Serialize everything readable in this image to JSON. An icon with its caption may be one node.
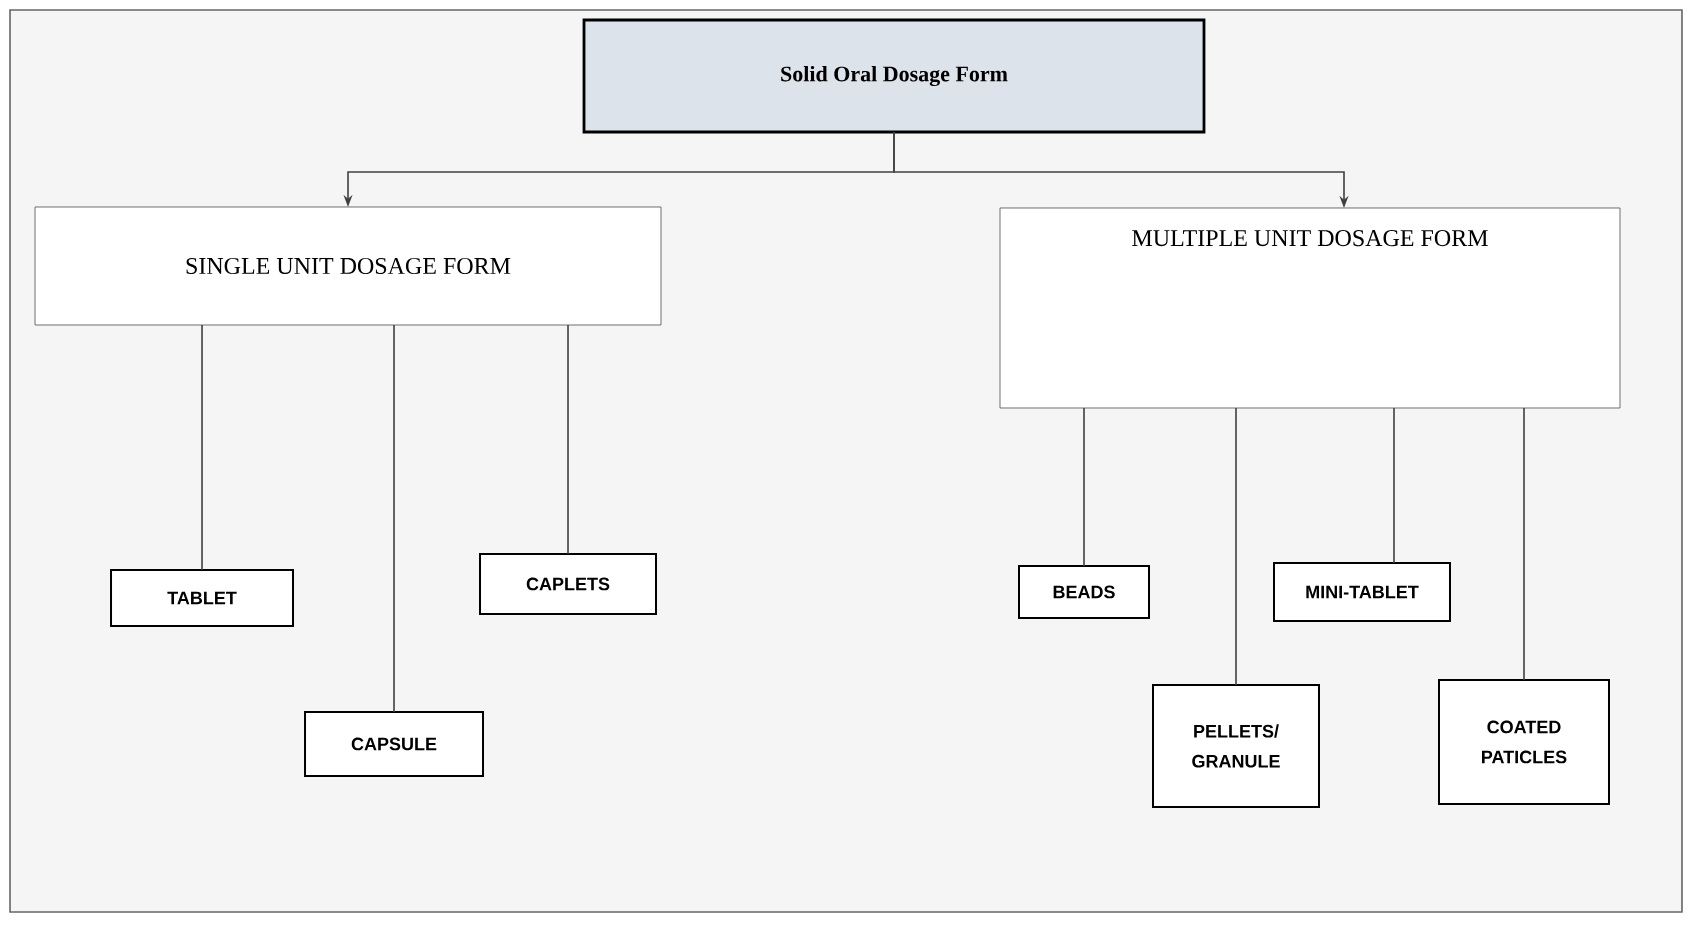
{
  "diagram": {
    "nodes": [
      {
        "text": [
          "Solid Oral Dosage Form"
        ]
      },
      {
        "text": [
          "SINGLE UNIT DOSAGE FORM"
        ]
      },
      {
        "text": [
          "MULTIPLE UNIT DOSAGE FORM"
        ]
      },
      {
        "text": [
          "TABLET"
        ]
      },
      {
        "text": [
          "CAPSULE"
        ]
      },
      {
        "text": [
          "CAPLETS"
        ]
      },
      {
        "text": [
          "BEADS"
        ]
      },
      {
        "text": [
          "MINI-TABLET"
        ]
      },
      {
        "text": [
          "PELLETS/ GRANULE"
        ]
      },
      {
        "text": [
          "COATED PATICLES"
        ]
      }
    ],
    "edges": [
      {
        "from": 0,
        "to": 1,
        "arrow": "to"
      },
      {
        "from": 0,
        "to": 2,
        "arrow": "to"
      },
      {
        "from": 1,
        "to": 3,
        "arrow": "none"
      },
      {
        "from": 1,
        "to": 4,
        "arrow": "none"
      },
      {
        "from": 1,
        "to": 5,
        "arrow": "none"
      },
      {
        "from": 2,
        "to": 6,
        "arrow": "none"
      },
      {
        "from": 2,
        "to": 8,
        "arrow": "none"
      },
      {
        "from": 2,
        "to": 7,
        "arrow": "none"
      },
      {
        "from": 2,
        "to": 9,
        "arrow": "none"
      }
    ]
  }
}
